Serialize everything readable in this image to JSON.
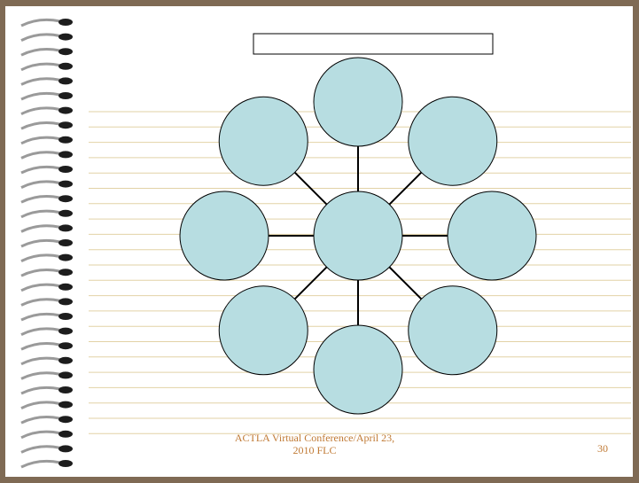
{
  "slide": {
    "title_box_text": "",
    "footer_line1": "ACTLA Virtual Conference/April 23,",
    "footer_line2": "2010  FLC",
    "page_number": "30"
  },
  "diagram": {
    "type": "web-organizer",
    "center_node": {
      "label": ""
    },
    "outer_nodes": [
      {
        "label": ""
      },
      {
        "label": ""
      },
      {
        "label": ""
      },
      {
        "label": ""
      },
      {
        "label": ""
      },
      {
        "label": ""
      },
      {
        "label": ""
      },
      {
        "label": ""
      }
    ],
    "connections": 8
  },
  "colors": {
    "background_frame": "#7f6a54",
    "page": "#ffffff",
    "ruled_line": "#e2d2a6",
    "node_fill": "#b7dde1",
    "node_stroke": "#000000",
    "footer_text": "#c07a35"
  }
}
